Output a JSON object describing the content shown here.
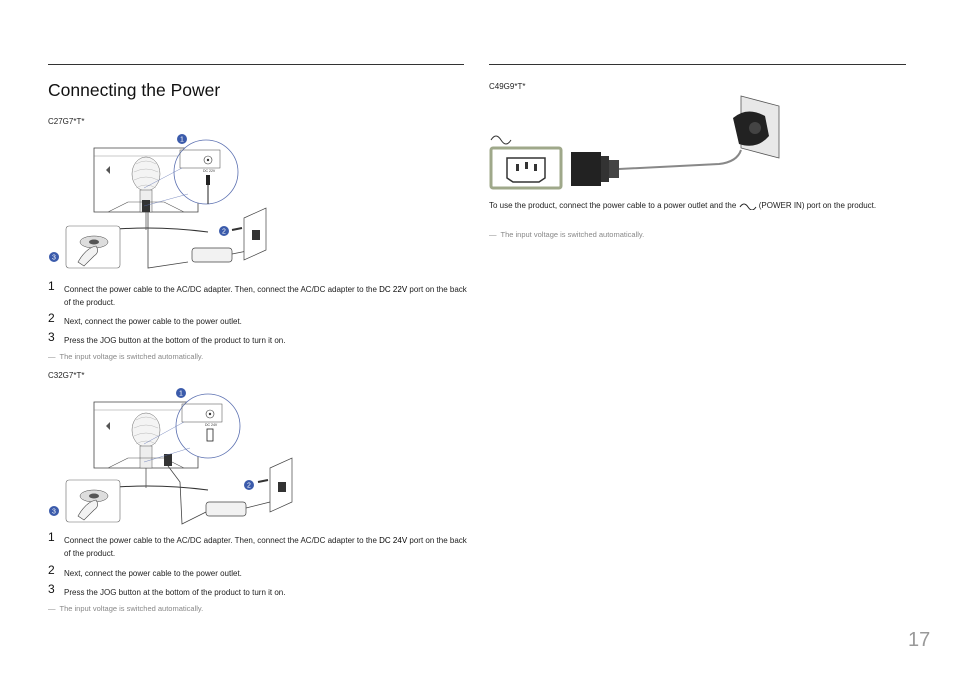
{
  "section_title": "Connecting the Power",
  "page_number": "17",
  "left": {
    "model1": "C27G7*T*",
    "model1_steps": [
      {
        "num": "1",
        "pre": "Connect the power cable to the AC/DC adapter. Then, connect the AC/DC adapter to the ",
        "port": "DC 22V",
        "post": " port on the back of the product."
      },
      {
        "num": "2",
        "text": "Next, connect the power cable to the power outlet."
      },
      {
        "num": "3",
        "text": "Press the JOG button at the bottom of the product to turn it on."
      }
    ],
    "model1_note": "The input voltage is switched automatically.",
    "model2": "C32G7*T*",
    "model2_steps": [
      {
        "num": "1",
        "pre": "Connect the power cable to the AC/DC adapter. Then, connect the AC/DC adapter to the ",
        "port": "DC 24V",
        "post": " port on the back of the product."
      },
      {
        "num": "2",
        "text": "Next, connect the power cable to the power outlet."
      },
      {
        "num": "3",
        "text": "Press the JOG button at the bottom of the product to turn it on."
      }
    ],
    "model2_note": "The input voltage is switched automatically.",
    "diagram1_port_label": "DC 22V",
    "diagram2_port_label": "DC 24V",
    "callouts": [
      "1",
      "2",
      "3"
    ]
  },
  "right": {
    "model": "C49G9*T*",
    "para_pre": "To use the product, connect the power cable to a power outlet and the ",
    "para_post": " (POWER IN) port on the product.",
    "note": "The input voltage is switched automatically."
  },
  "note_dash": "―",
  "colors": {
    "accent": "#3b5bab",
    "socket_border": "#9fa88a",
    "rule": "#333333",
    "note": "#888888"
  }
}
